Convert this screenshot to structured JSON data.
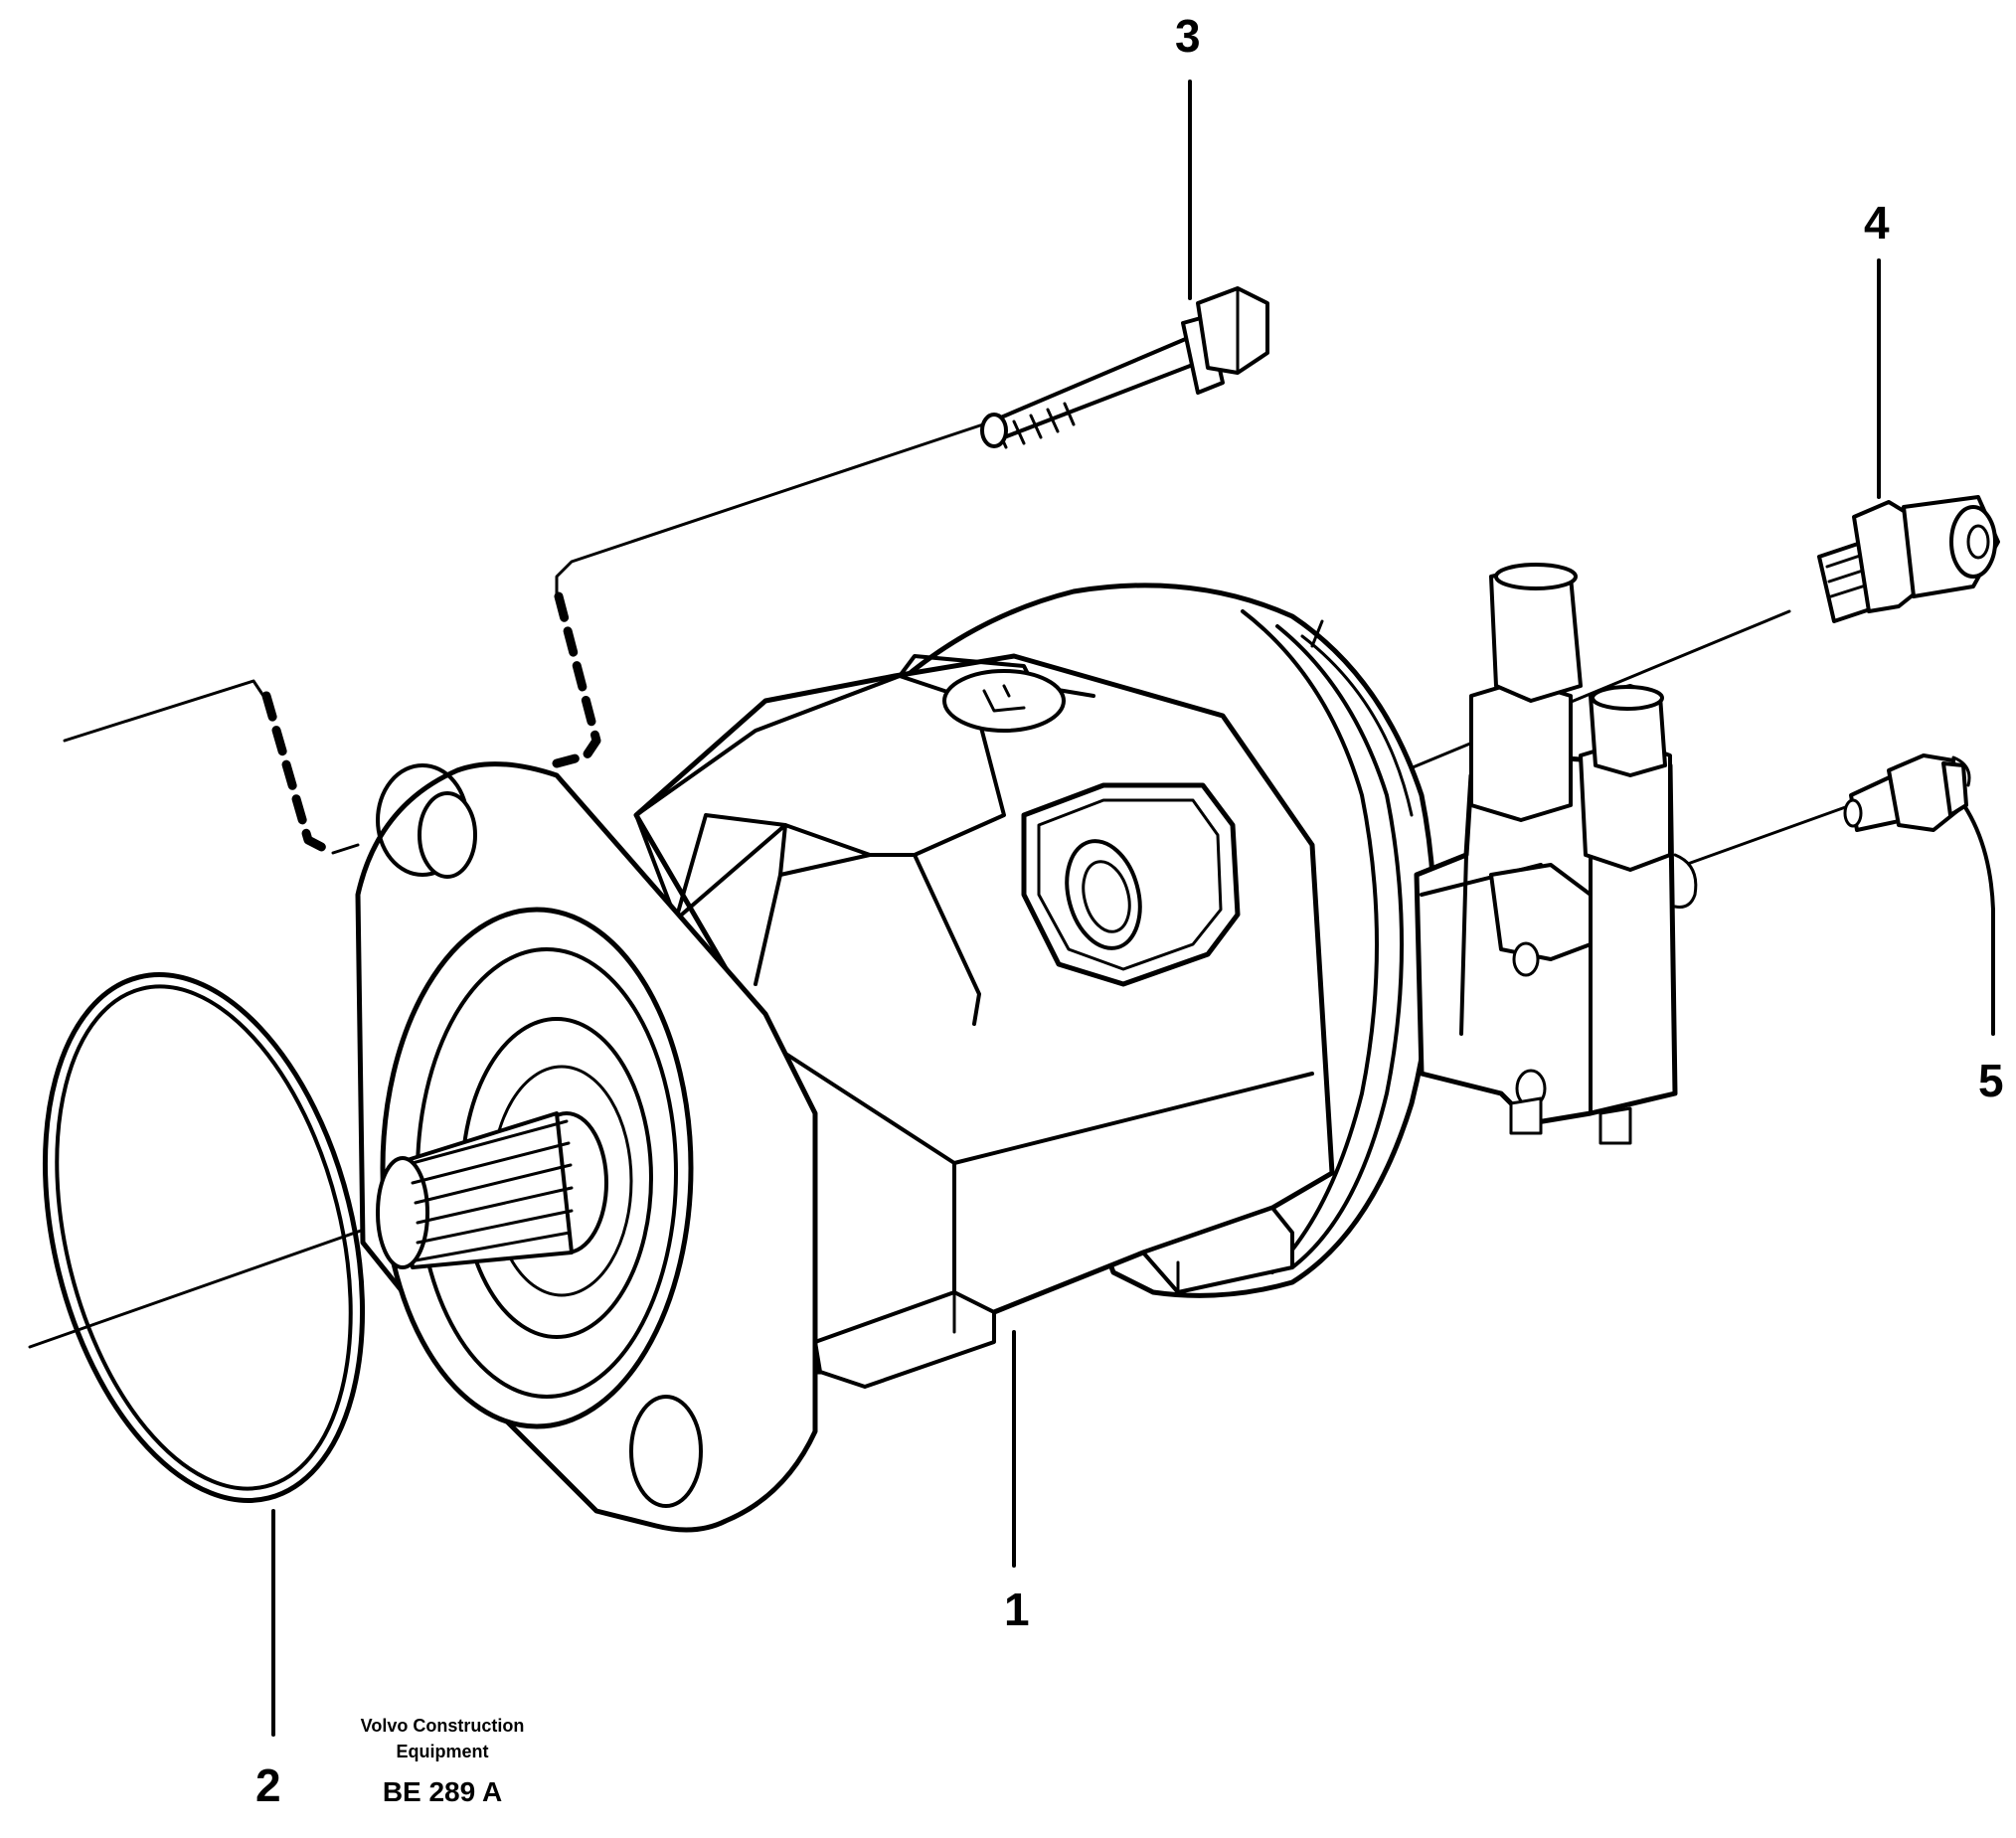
{
  "diagram": {
    "callouts": {
      "c1": "1",
      "c2": "2",
      "c3": "3",
      "c4": "4",
      "c5": "5"
    },
    "caption": {
      "line1": "Volvo Construction",
      "line2": "Equipment"
    },
    "figure_code": "BE 289 A"
  }
}
